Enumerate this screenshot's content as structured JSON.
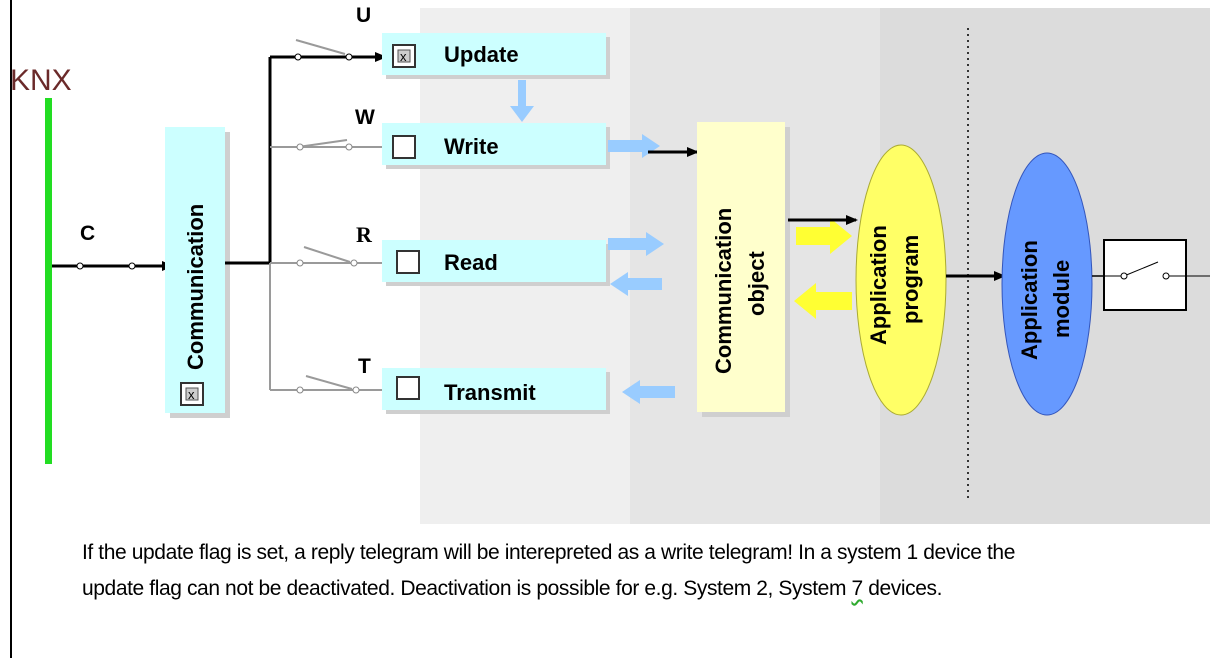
{
  "bus": {
    "label": "KNX"
  },
  "flags": {
    "communication_letter": "C",
    "update_letter": "U",
    "write_letter": "W",
    "read_letter": "R",
    "transmit_letter": "T"
  },
  "boxes": {
    "communication": "Communication",
    "update": "Update",
    "write": "Write",
    "read": "Read",
    "transmit": "Transmit",
    "communication_object_line1": "Communication",
    "communication_object_line2": "object",
    "application_program_line1": "Application",
    "application_program_line2": "program",
    "application_module_line1": "Application",
    "application_module_line2": "module"
  },
  "checkbox": {
    "checked_mark": "x"
  },
  "caption": {
    "text_main": "If the update flag is set, a reply telegram will be interepreted as a write telegram! In a system 1 device the update flag can not be deactivated. Deactivation is possible for e.g. System 2, System ",
    "text_squiggle": "7",
    "text_tail": " devices."
  },
  "colors": {
    "bus_green": "#22dd22",
    "flag_box_fill": "#ccffff",
    "comm_object_fill": "#ffffcc",
    "app_program_fill": "#ffff66",
    "app_module_fill": "#6699ff",
    "arrow_blue": "#99ccff",
    "arrow_yellow": "#ffff33",
    "knx_text": "#6b2a2a"
  }
}
